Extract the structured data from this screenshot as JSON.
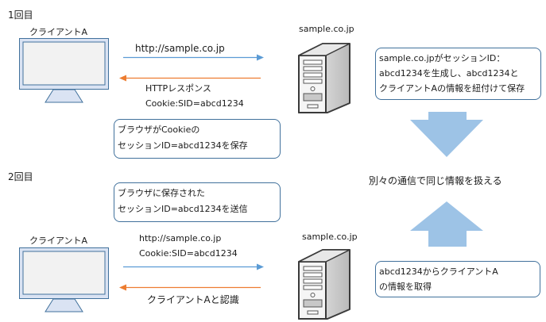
{
  "colors": {
    "request_arrow": "#5b9bd5",
    "response_arrow": "#ed7d31",
    "box_border": "#41719c",
    "big_arrow": "#9dc3e6",
    "monitor_frame": "#dae3f3",
    "monitor_border": "#41719c",
    "monitor_screen": "#f2f2f2"
  },
  "round1": {
    "label": "1回目",
    "client_label": "クライアントA",
    "server_label": "sample.co.jp",
    "request_label": "http://sample.co.jp",
    "response_lines": [
      "HTTPレスポンス",
      "Cookie:SID=abcd1234"
    ],
    "browser_note": [
      "ブラウザがCookieの",
      "セッションID=abcd1234を保存"
    ],
    "server_note": [
      "sample.co.jpがセッションID：",
      "abcd1234を生成し、abcd1234と",
      "クライアントAの情報を紐付けて保存"
    ]
  },
  "center": {
    "label": "別々の通信で同じ情報を扱える"
  },
  "round2": {
    "label": "2回目",
    "client_label": "クライアントA",
    "server_label": "sample.co.jp",
    "browser_note": [
      "ブラウザに保存された",
      "セッションID=abcd1234を送信"
    ],
    "request_lines": [
      "http://sample.co.jp",
      "Cookie:SID=abcd1234"
    ],
    "response_label": "クライアントAと認識",
    "server_note": [
      "abcd1234からクライアントA",
      "の情報を取得"
    ]
  }
}
